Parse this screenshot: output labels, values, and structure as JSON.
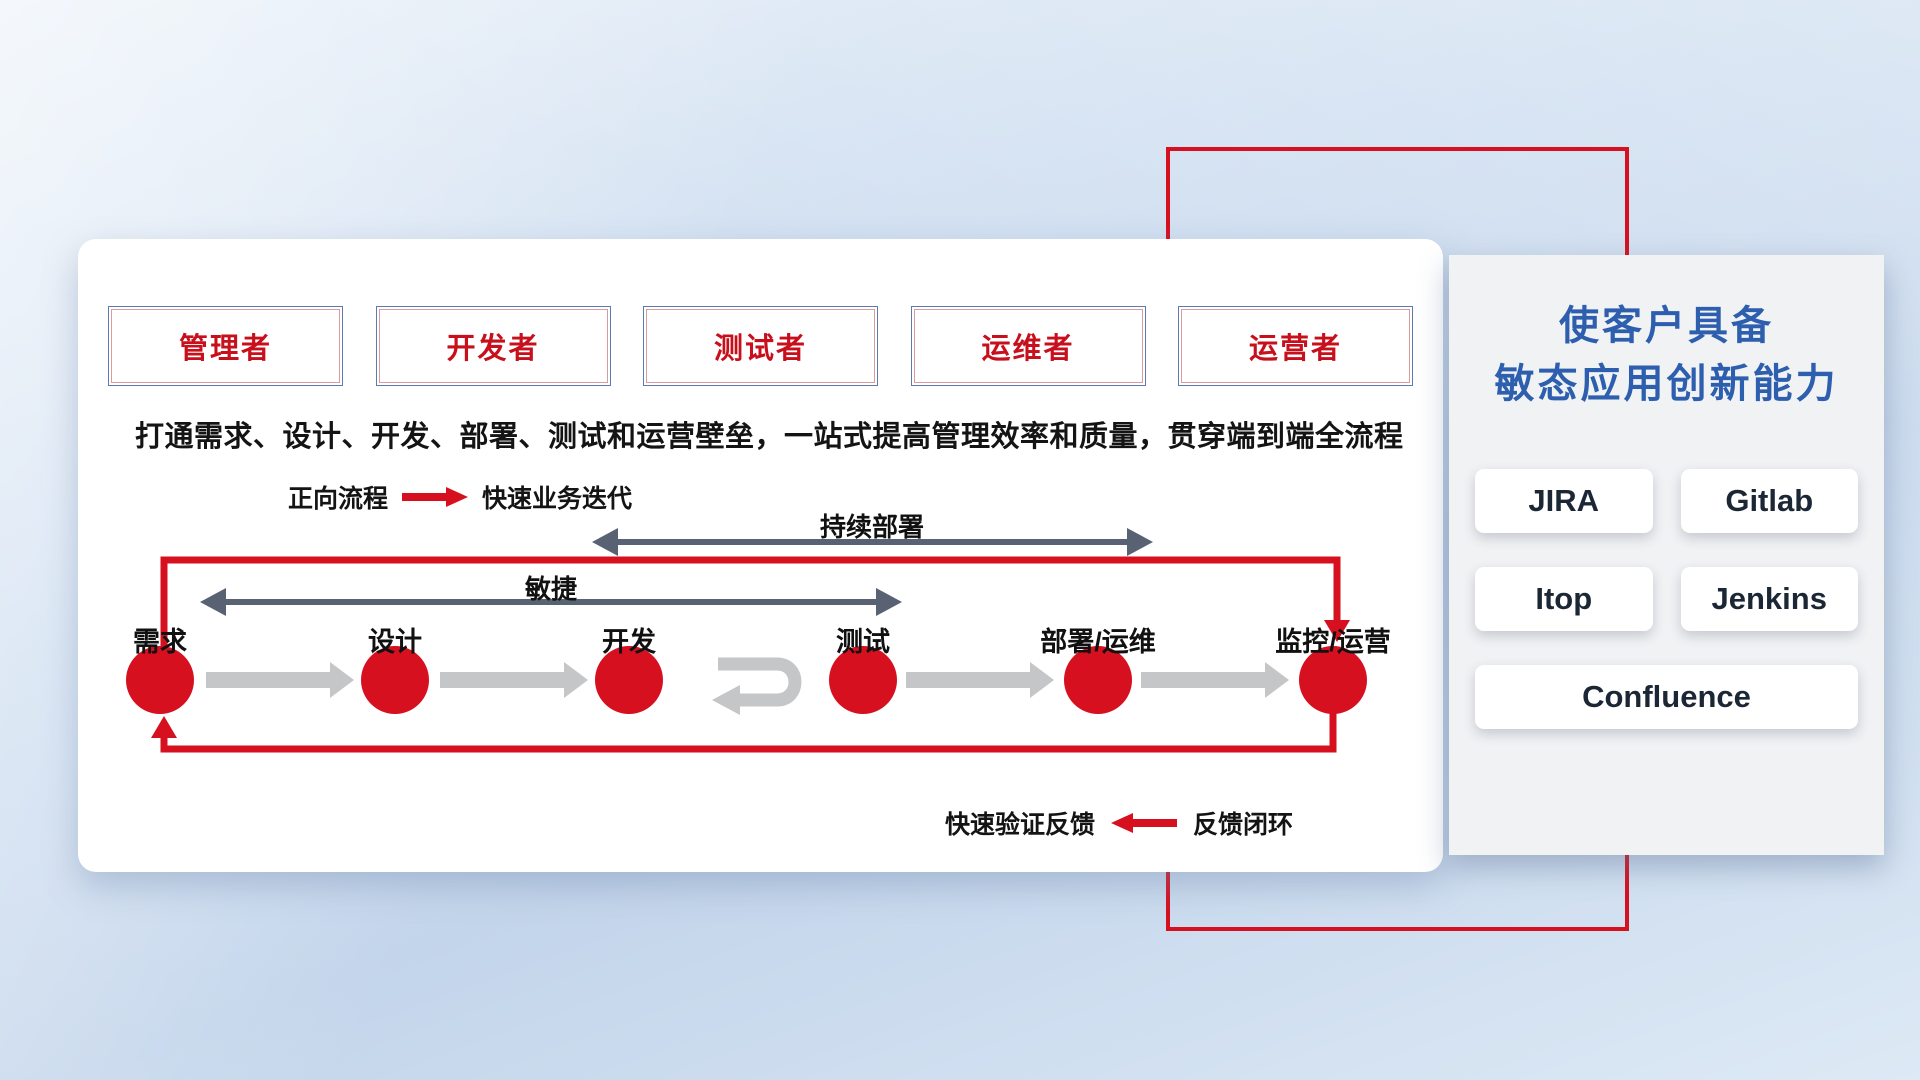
{
  "roles": [
    "管理者",
    "开发者",
    "测试者",
    "运维者",
    "运营者"
  ],
  "subtitle": "打通需求、设计、开发、部署、测试和运营壁垒，一站式提高管理效率和质量，贯穿端到端全流程",
  "legend_forward": {
    "label": "正向流程",
    "desc": "快速业务迭代"
  },
  "legend_feedback": {
    "desc": "快速验证反馈",
    "label": "反馈闭环"
  },
  "flow": {
    "stages": [
      "需求",
      "设计",
      "开发",
      "测试",
      "部署/运维",
      "监控/运营"
    ],
    "agile_label": "敏捷",
    "continuous_deploy_label": "持续部署"
  },
  "side_panel": {
    "title_line1": "使客户具备",
    "title_line2": "敏态应用创新能力",
    "tools": [
      "JIRA",
      "Gitlab",
      "Itop",
      "Jenkins",
      "Confluence"
    ]
  },
  "colors": {
    "red": "#d6101f",
    "blue_title": "#2e5fae",
    "dark_arrow": "#596273",
    "gray_arrow": "#c5c6c8"
  }
}
